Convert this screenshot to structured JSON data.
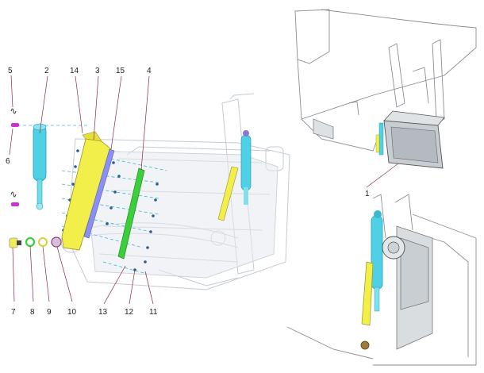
{
  "colors": {
    "cylinder": "#4fd0e4",
    "bracket": "#f2ee4a",
    "rod": "#3ccf3c",
    "clip": "#cc33cc",
    "leader": "#8a2a3a",
    "frame": "#b9c2c8",
    "dash": "#3fb6d6"
  },
  "callouts": {
    "c1": "1",
    "c2": "2",
    "c3": "3",
    "c4": "4",
    "c5": "5",
    "c6": "6",
    "c7": "7",
    "c8": "8",
    "c9": "9",
    "c10": "10",
    "c11": "11",
    "c12": "12",
    "c13": "13",
    "c14": "14",
    "c15": "15"
  }
}
